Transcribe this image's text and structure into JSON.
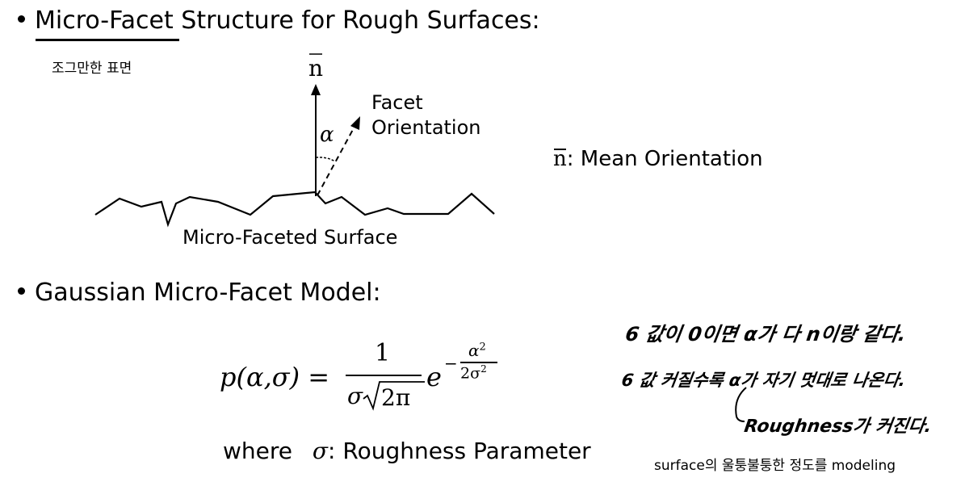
{
  "section1": {
    "underlined": "Micro-Facet",
    "rest": " Structure for Rough Surfaces:",
    "note": "조그만한 표면"
  },
  "diagram": {
    "normal_label": "n",
    "alpha_label": "α",
    "facet_label_line1": "Facet",
    "facet_label_line2": "Orientation",
    "surface_label": "Micro-Faceted Surface"
  },
  "mean_orientation": {
    "symbol": "n",
    "text": ": Mean Orientation"
  },
  "section2": {
    "title": "Gaussian Micro-Facet Model:"
  },
  "formula": {
    "lhs": "p(α,σ) =",
    "numerator": "1",
    "den_sigma": "σ",
    "den_root": "2π",
    "base": "e",
    "exp_sign": "−",
    "exp_num": "α",
    "exp_num_pow": "2",
    "exp_den": "2σ",
    "exp_den_pow": "2"
  },
  "where": {
    "prefix": "where",
    "sigma": "σ",
    "text": ": Roughness Parameter"
  },
  "handwriting": {
    "line1": "6 값이 0이면 α가 다 n이랑 같다.",
    "line2": "6 값 커질수록 α가 자기 멋대로 나온다.",
    "line3": "Roughness가 커진다."
  },
  "note2": "surface의 울퉁불퉁한 정도를 modeling"
}
